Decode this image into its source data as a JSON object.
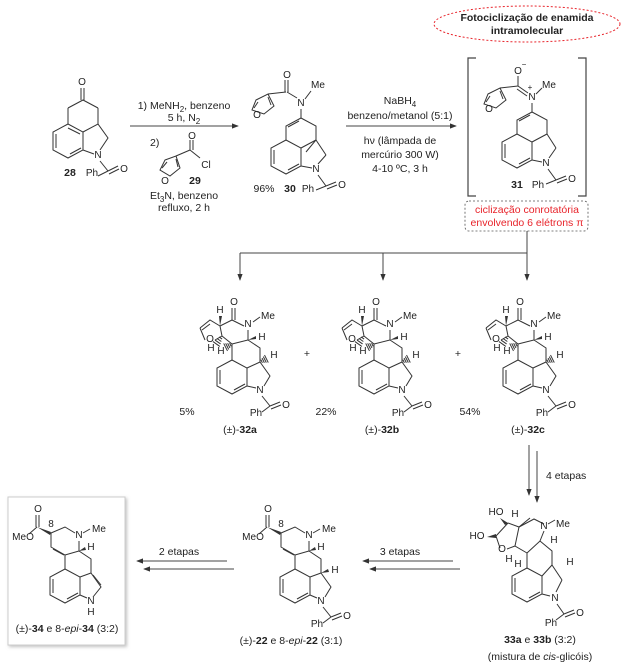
{
  "title_callout": {
    "line1": "Fotociclização de enamida",
    "line2": "intramolecular",
    "border_color": "#e8232a"
  },
  "electrocyclization_note": {
    "line1": "ciclização conrotatória",
    "line2": "envolvendo 6 elétrons π",
    "text_color": "#e8232a"
  },
  "step1": {
    "line1": "1) MeNH",
    "line1_sub": "2",
    "line1_tail": ", benzeno",
    "line2": "5 h, N",
    "line2_sub": "2",
    "line3": "2)",
    "reagent_label": "29",
    "line4_a": "Et",
    "line4_sub": "3",
    "line4_b": "N, benzeno",
    "line5": "refluxo, 2 h"
  },
  "step2": {
    "line1": "NaBH",
    "line1_sub": "4",
    "line2": "benzeno/metanol (5:1)",
    "line3": "hν (lâmpada de",
    "line4": "mercúrio 300 W)",
    "line5": "4-10 ºC, 3 h"
  },
  "compounds": {
    "c28": {
      "label": "28"
    },
    "c30": {
      "label": "30",
      "yield": "96%"
    },
    "c31": {
      "label": "31"
    },
    "c32a": {
      "prefix": "(±)-",
      "label": "32a",
      "yield": "5%"
    },
    "c32b": {
      "prefix": "(±)-",
      "label": "32b",
      "yield": "22%"
    },
    "c32c": {
      "prefix": "(±)-",
      "label": "32c",
      "yield": "54%"
    },
    "c33": {
      "label_a": "33a",
      "conj": " e ",
      "label_b": "33b",
      "ratio": " (3:2)",
      "note_a": "(mistura de ",
      "note_it": "cis",
      "note_b": "-glicóis)"
    },
    "c22": {
      "prefix": "(±)-",
      "label": "22",
      "conj": " e 8-",
      "epi": "epi",
      "dash": "-",
      "label2": "22",
      "ratio": " (3:1)"
    },
    "c34": {
      "prefix": "(±)-",
      "label": "34",
      "conj": " e 8-",
      "epi": "epi",
      "dash": "-",
      "label2": "34",
      "ratio": " (3:2)"
    }
  },
  "plus_sign": "+",
  "arrows": {
    "four_steps": "4 etapas",
    "three_steps": "3 etapas",
    "two_steps": "2 etapas"
  },
  "atoms": {
    "O": "O",
    "N": "N",
    "Me": "Me",
    "Ph": "Ph",
    "H": "H",
    "Cl": "Cl",
    "HO": "HO",
    "MeO": "MeO",
    "NH": "N",
    "pos8": "8",
    "minus": "−",
    "plus": "+"
  }
}
